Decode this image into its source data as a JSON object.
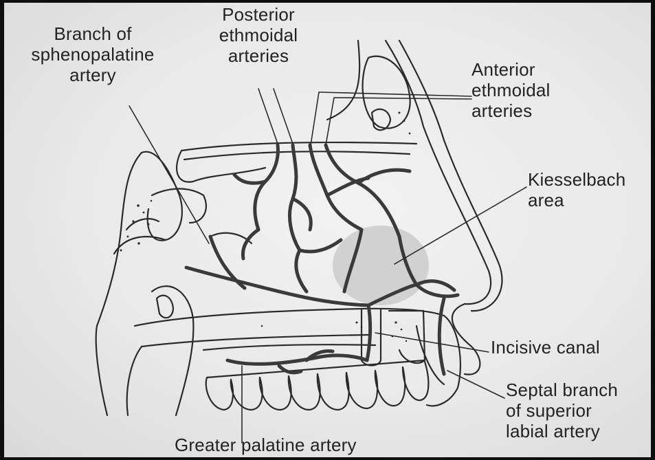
{
  "labels": {
    "branch_sphenopalatine": "Branch of\nsphenopalatine\nartery",
    "posterior_ethmoidal": "Posterior\nethmoidal\narteries",
    "anterior_ethmoidal": "Anterior\nethmoidal\narteries",
    "kiesselbach": "Kiesselbach\narea",
    "incisive_canal": "Incisive canal",
    "septal_branch": "Septal branch\nof superior\nlabial artery",
    "greater_palatine": "Greater palatine artery"
  },
  "colors": {
    "ink": "#2a2a2a",
    "paper": "#ececec",
    "kiesselbach_shade": "#c9c9c9"
  }
}
